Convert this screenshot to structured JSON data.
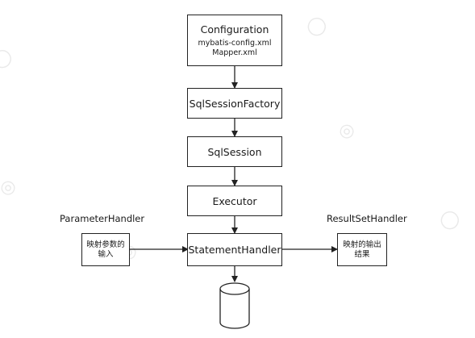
{
  "nodes": {
    "configuration": {
      "title": "Configuration",
      "lines": [
        "mybatis-config.xml",
        "Mapper.xml"
      ]
    },
    "sql_session_factory": {
      "title": "SqlSessionFactory"
    },
    "sql_session": {
      "title": "SqlSession"
    },
    "executor": {
      "title": "Executor"
    },
    "statement_handler": {
      "title": "StatementHandler"
    },
    "parameter_box": {
      "lines": [
        "映射参数的",
        "输入"
      ]
    },
    "result_box": {
      "lines": [
        "映射的输出",
        "结果"
      ]
    }
  },
  "labels": {
    "parameter_handler": "ParameterHandler",
    "result_set_handler": "ResultSetHandler"
  },
  "database": {
    "icon": "database-icon"
  },
  "colors": {
    "stroke": "#222222",
    "watermark": "#e9e9e9"
  }
}
